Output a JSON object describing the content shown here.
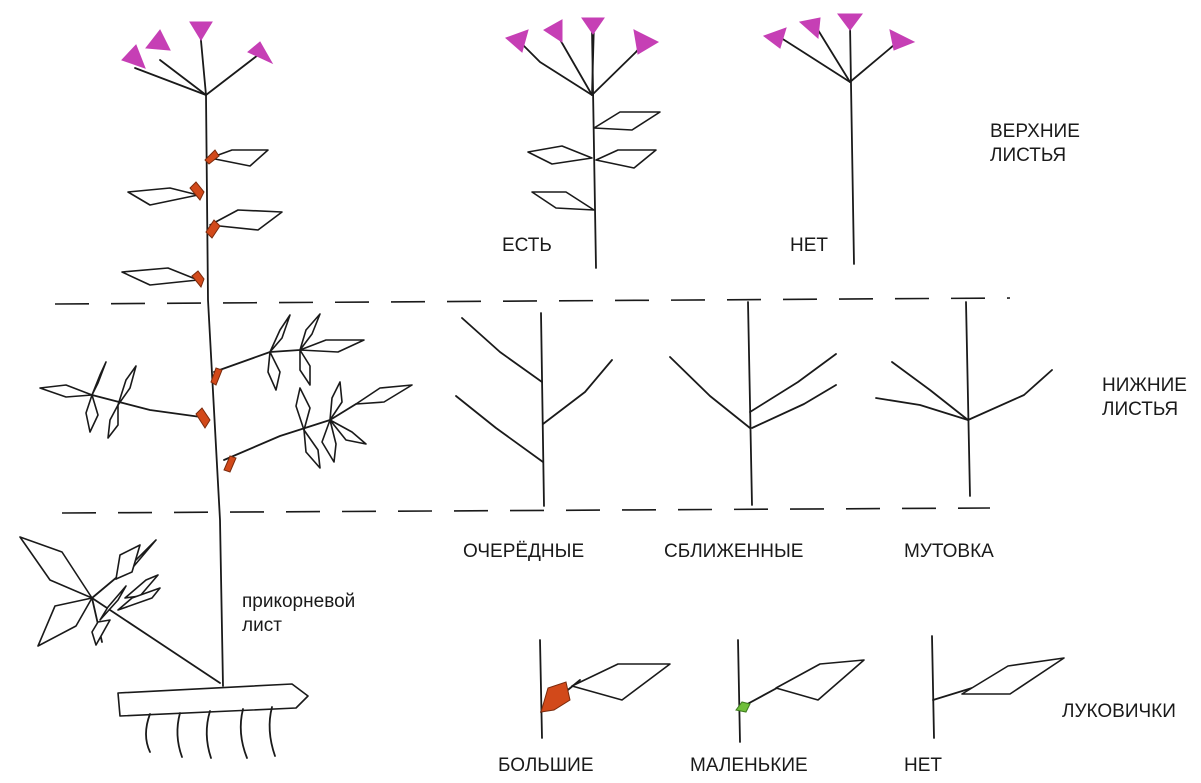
{
  "colors": {
    "flower": "#c63fb5",
    "bulbil_large": "#d2491a",
    "bulbil_small": "#6fbf3a",
    "line": "#1a1a1a"
  },
  "labels": {
    "upper_leaves": {
      "line1": "ВЕРХНИЕ",
      "line2": "ЛИСТЬЯ"
    },
    "lower_leaves": {
      "line1": "НИЖНИЕ",
      "line2": "ЛИСТЬЯ"
    },
    "bulbils": "ЛУКОВИЧКИ",
    "basal_leaf": {
      "line1": "прикорневой",
      "line2": "лист"
    },
    "upper_present": "ЕСТЬ",
    "upper_absent": "НЕТ",
    "arrangement_alternate": "ОЧЕРЁДНЫЕ",
    "arrangement_close": "СБЛИЖЕННЫЕ",
    "arrangement_whorl": "МУТОВКА",
    "bulbil_large": "БОЛЬШИЕ",
    "bulbil_small": "МАЛЕНЬКИЕ",
    "bulbil_absent": "НЕТ"
  }
}
